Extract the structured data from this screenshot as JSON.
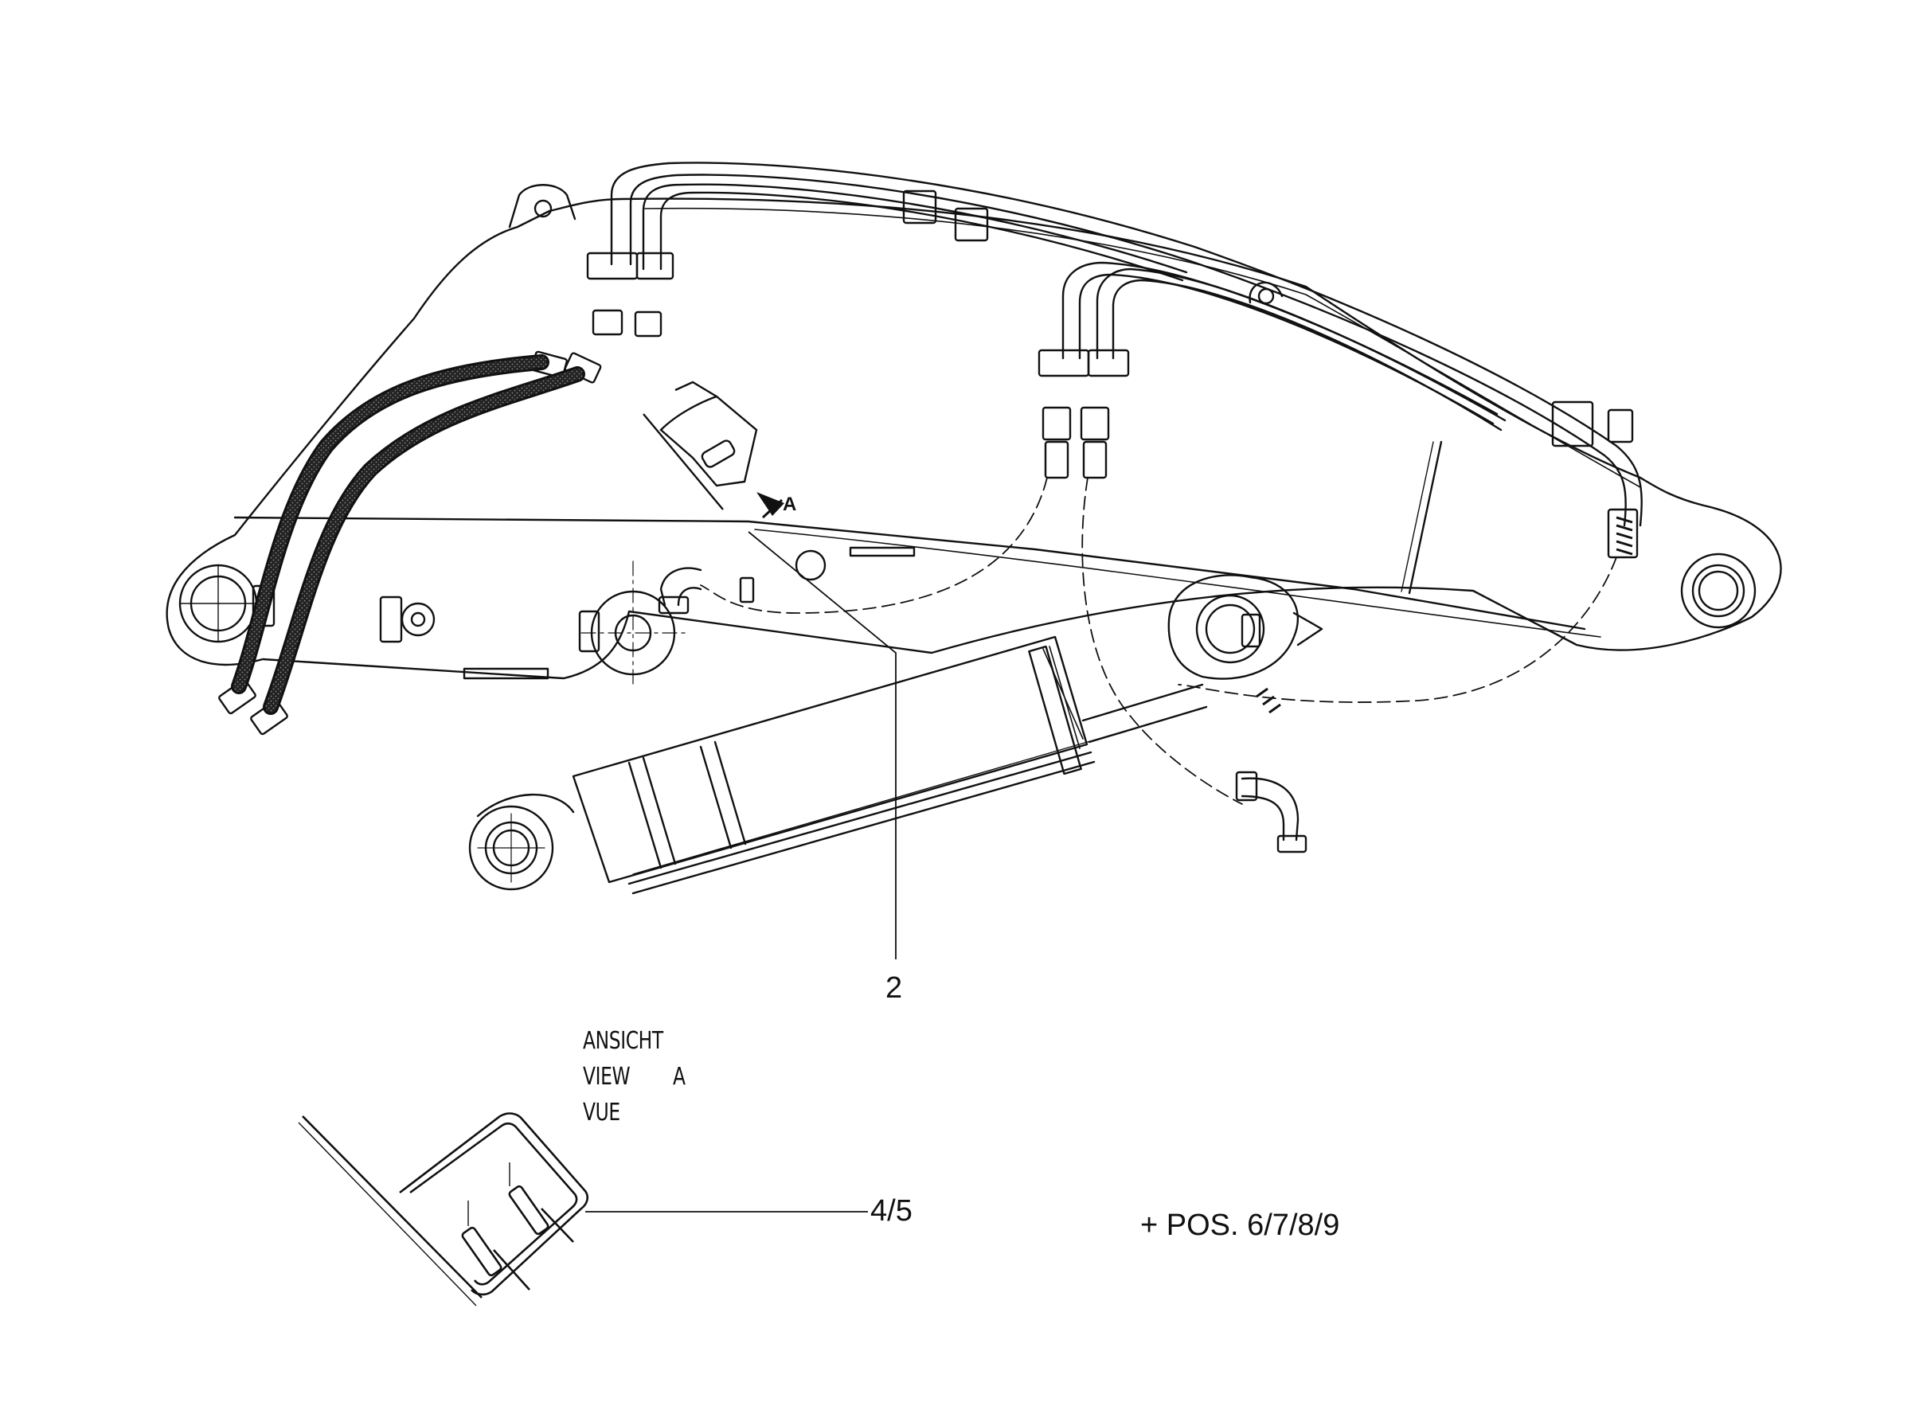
{
  "labels": {
    "callout_2": "2",
    "callout_4_5": "4/5",
    "view_arrow": "A",
    "view_ansicht": "ANSICHT",
    "view_view": "VIEW",
    "view_letter": "A",
    "view_vue": "VUE",
    "positions_note": "+ POS. 6/7/8/9"
  },
  "colors": {
    "line": "#111111",
    "background": "#ffffff"
  }
}
